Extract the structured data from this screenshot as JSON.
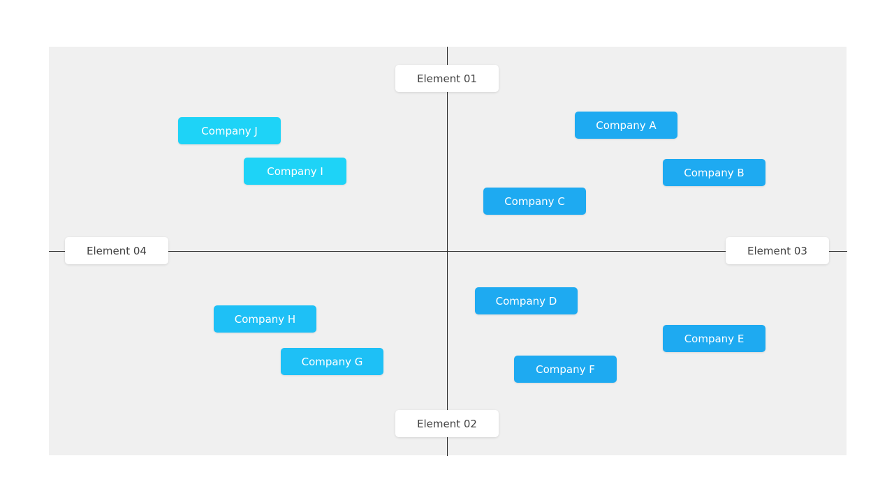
{
  "colors": {
    "right_quadrant_box": "#1eaaf1",
    "left_quadrant_box_light": "#1ed3f7",
    "left_quadrant_box_mid": "#1ec0f6",
    "axis_label_bg": "#ffffff",
    "plot_bg": "#f0f0f0",
    "axis_line": "#2b2b2b"
  },
  "axes": {
    "top": "Element 01",
    "bottom": "Element 02",
    "right": "Element 03",
    "left": "Element 04"
  },
  "companies": [
    {
      "label": "Company A"
    },
    {
      "label": "Company B"
    },
    {
      "label": "Company C"
    },
    {
      "label": "Company D"
    },
    {
      "label": "Company E"
    },
    {
      "label": "Company F"
    },
    {
      "label": "Company G"
    },
    {
      "label": "Company H"
    },
    {
      "label": "Company I"
    },
    {
      "label": "Company J"
    }
  ]
}
